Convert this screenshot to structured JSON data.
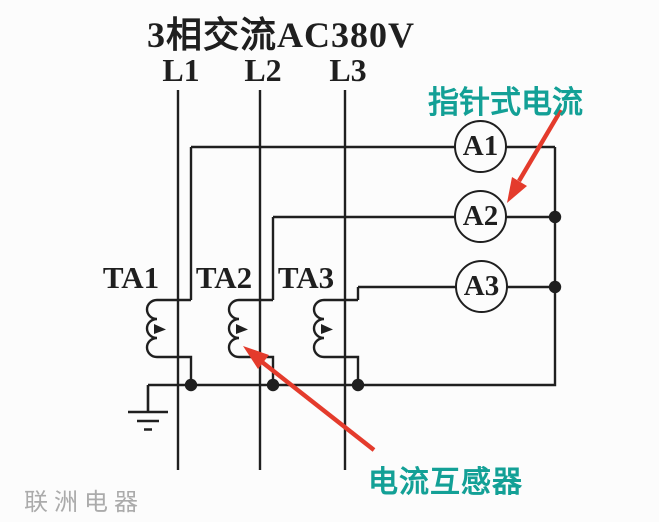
{
  "title": {
    "text": "3相交流AC380V"
  },
  "phases": [
    {
      "label": "L1"
    },
    {
      "label": "L2"
    },
    {
      "label": "L3"
    }
  ],
  "transformers": [
    {
      "label": "TA1"
    },
    {
      "label": "TA2"
    },
    {
      "label": "TA3"
    }
  ],
  "meters": [
    {
      "label": "A1"
    },
    {
      "label": "A2"
    },
    {
      "label": "A3"
    }
  ],
  "annotations": {
    "ammeter_note": "指针式电流",
    "ct_note": "电流互感器"
  },
  "watermark": {
    "text": "联洲电器"
  },
  "colors": {
    "wire": "#1f1f1f",
    "teal": "#13a096",
    "red": "#e43b2c",
    "watermark": "#ababab",
    "background": "#fcfcfc"
  }
}
